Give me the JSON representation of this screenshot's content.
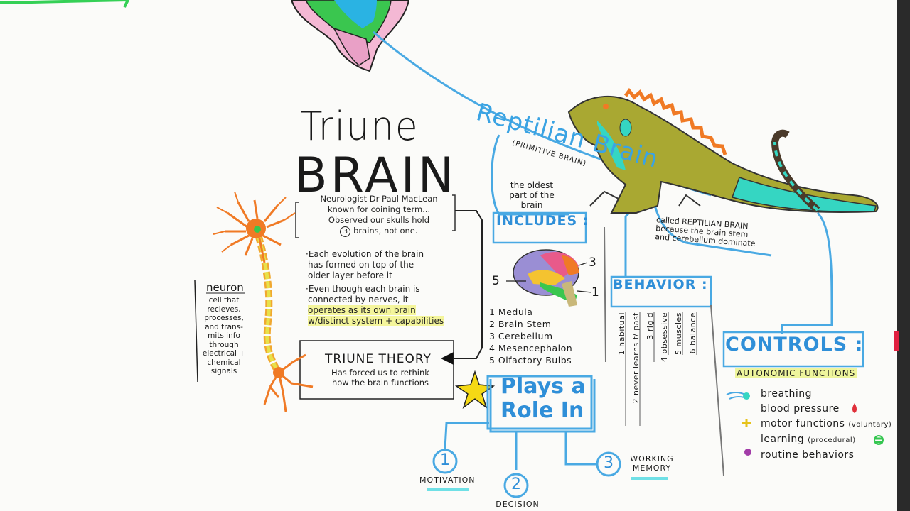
{
  "title": {
    "line1": "Triune",
    "line2": "BRAIN"
  },
  "quote": {
    "line1": "Neurologist Dr Paul MacLean",
    "line2": "known for coining term...",
    "line3": "Observed our skulls hold",
    "num": "3",
    "line4": "brains, not one."
  },
  "bullets": {
    "b1": [
      "·Each evolution of the brain",
      "has formed on top of the",
      "older layer before it"
    ],
    "b2_plain": [
      "·Even though each brain is",
      "connected by nerves, it"
    ],
    "b2_highlight": [
      "operates as its own brain",
      "w/distinct system + capabilities"
    ]
  },
  "theory": {
    "title": "TRIUNE THEORY",
    "desc1": "Has forced us to rethink",
    "desc2": "how the brain functions"
  },
  "neuron": {
    "label": "neuron",
    "desc": [
      "cell that",
      "recieves,",
      "processes,",
      "and trans-",
      "mits info",
      "through",
      "electrical +",
      "chemical",
      "signals"
    ]
  },
  "reptilian": {
    "title": "Reptilian Brain",
    "subtitle": "(PRIMITIVE BRAIN)",
    "oldest": [
      "the oldest",
      "part of the",
      "brain"
    ]
  },
  "includes": {
    "label": "INCLUDES",
    "items": [
      "1 Medula",
      "2 Brain Stem",
      "3 Cerebellum",
      "4 Mesencephalon",
      "5 Olfactory Bulbs"
    ],
    "diagram_numbers": [
      "3",
      "5",
      "1"
    ]
  },
  "called": [
    "called REPTILIAN BRAIN",
    "because the brain stem",
    "and cerebellum dominate"
  ],
  "behavior": {
    "label": "BEHAVIOR",
    "items": [
      "1 habitual",
      "2 never learns f/ past",
      "3 rigid",
      "4 obsessive",
      "5 muscles",
      "6 balance"
    ]
  },
  "controls": {
    "label": "CONTROLS",
    "subtitle": "AUTONOMIC FUNCTIONS",
    "items": [
      {
        "text": "breathing",
        "note": ""
      },
      {
        "text": "blood pressure",
        "note": ""
      },
      {
        "text": "motor functions",
        "note": "(voluntary)"
      },
      {
        "text": "learning",
        "note": "(procedural)"
      },
      {
        "text": "routine behaviors",
        "note": ""
      }
    ]
  },
  "plays": {
    "line1": "Plays a",
    "line2": "Role In",
    "items": [
      {
        "num": "1",
        "label": "MOTIVATION"
      },
      {
        "num": "2",
        "label": "DECISION"
      },
      {
        "num": "3",
        "label": "WORKING MEMORY"
      }
    ]
  },
  "colors": {
    "blue": "#3aa3e3",
    "highlight": "#f4f59b",
    "orange": "#f07a25",
    "lizard_green": "#a9a832",
    "teal": "#35d6c2"
  }
}
